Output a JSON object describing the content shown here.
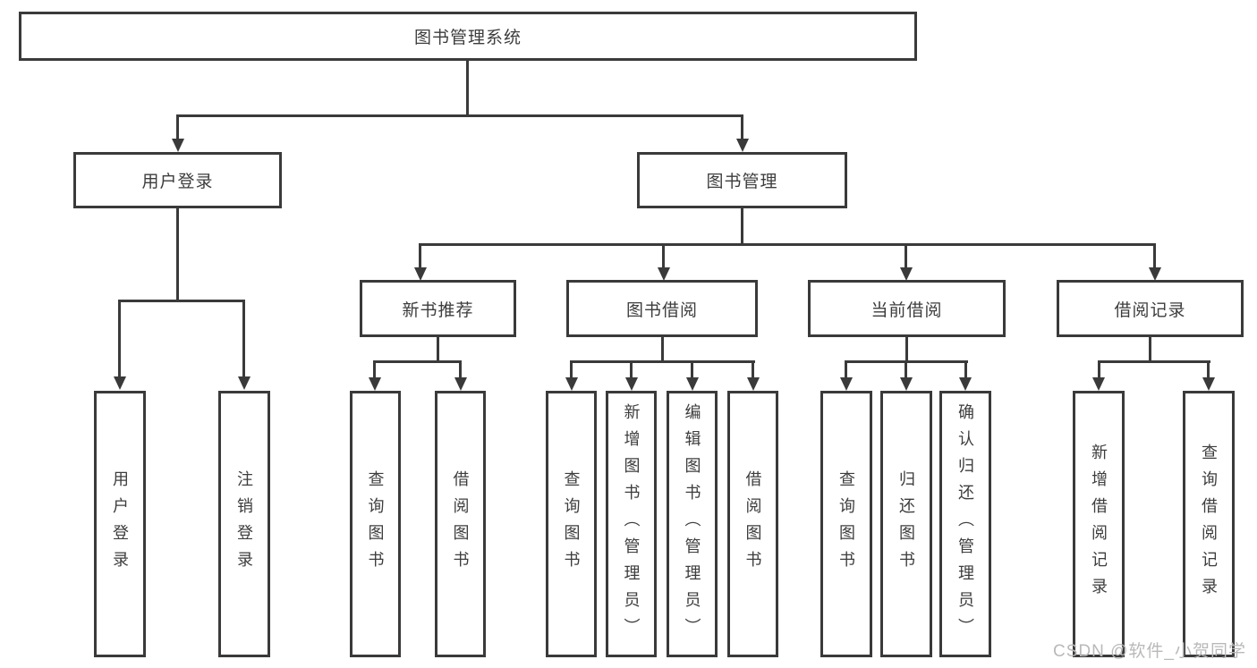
{
  "diagram": {
    "root": {
      "label": "图书管理系统"
    },
    "level2": [
      {
        "id": "user-login",
        "label": "用户登录"
      },
      {
        "id": "book-management",
        "label": "图书管理"
      }
    ],
    "level3": [
      {
        "id": "new-book-recommendation",
        "label": "新书推荐",
        "parent": "book-management"
      },
      {
        "id": "book-borrowing",
        "label": "图书借阅",
        "parent": "book-management"
      },
      {
        "id": "current-borrowing",
        "label": "当前借阅",
        "parent": "book-management"
      },
      {
        "id": "borrowing-records",
        "label": "借阅记录",
        "parent": "book-management"
      }
    ],
    "level4": [
      {
        "id": "user-login-leaf",
        "label": "用户登录",
        "parent": "user-login"
      },
      {
        "id": "logout",
        "label": "注销登录",
        "parent": "user-login"
      },
      {
        "id": "query-books-1",
        "label": "查询图书",
        "parent": "new-book-recommendation"
      },
      {
        "id": "borrow-books-1",
        "label": "借阅图书",
        "parent": "new-book-recommendation"
      },
      {
        "id": "query-books-2",
        "label": "查询图书",
        "parent": "book-borrowing"
      },
      {
        "id": "add-books-admin",
        "label": "新增图书（管理员）",
        "parent": "book-borrowing"
      },
      {
        "id": "edit-books-admin",
        "label": "编辑图书（管理员）",
        "parent": "book-borrowing"
      },
      {
        "id": "borrow-books-2",
        "label": "借阅图书",
        "parent": "book-borrowing"
      },
      {
        "id": "query-books-3",
        "label": "查询图书",
        "parent": "current-borrowing"
      },
      {
        "id": "return-books",
        "label": "归还图书",
        "parent": "current-borrowing"
      },
      {
        "id": "confirm-return-admin",
        "label": "确认归还（管理员）",
        "parent": "current-borrowing"
      },
      {
        "id": "add-borrow-record",
        "label": "新增借阅记录",
        "parent": "borrowing-records"
      },
      {
        "id": "query-borrow-record",
        "label": "查询借阅记录",
        "parent": "borrowing-records"
      }
    ]
  },
  "watermark": {
    "text": "CSDN @软件_小贺同学"
  },
  "colors": {
    "line": "#3a3a3a",
    "text": "#3d3d3d",
    "background": "#ffffff",
    "watermark": "#b9b9b9"
  }
}
